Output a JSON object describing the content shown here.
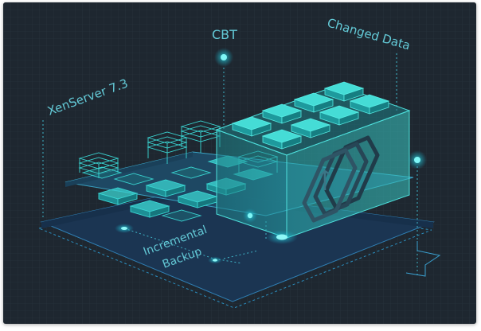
{
  "diagram": {
    "labels": {
      "xenserver": "XenServer 7.3",
      "cbt": "CBT",
      "changed_data": "Changed Data",
      "incremental_line1": "Incremental",
      "incremental_line2": "Backup"
    },
    "colors": {
      "background": "#1e2730",
      "grid": "#27323c",
      "accent": "#2fd3d8",
      "panel": "#1d3a55",
      "block_top": "#3fd8d4",
      "block_side": "#1d8f95",
      "label": "#63c9d6"
    },
    "icons": [
      "backup-file-stack-icon"
    ]
  }
}
